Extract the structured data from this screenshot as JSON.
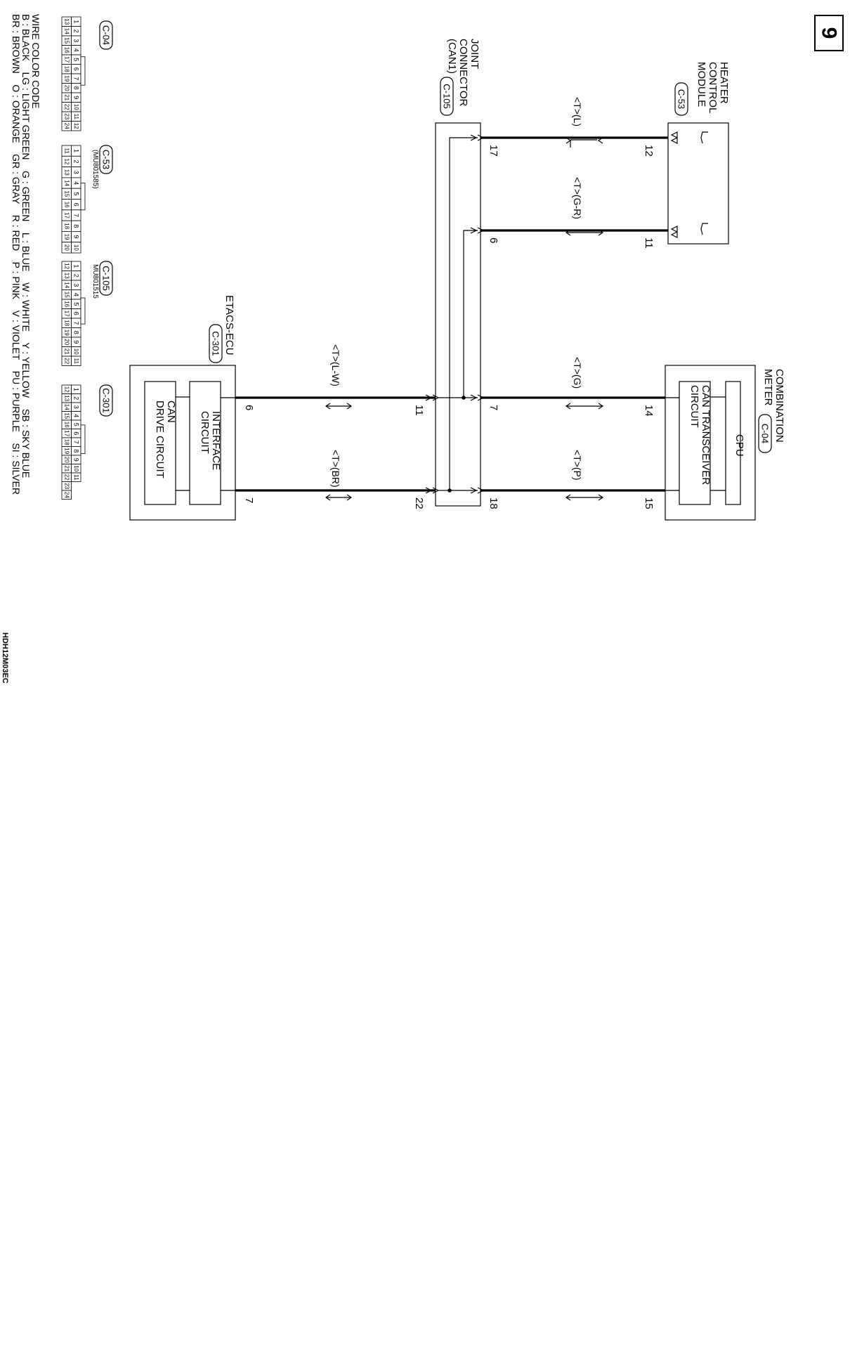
{
  "page_number": "9",
  "figure_code": "HDH12M03EC",
  "components": {
    "heater": {
      "lines": [
        "HEATER",
        "CONTROL",
        "MODULE"
      ],
      "connector": "C-53"
    },
    "joint": {
      "lines": [
        "JOINT",
        "CONNECTOR",
        "(CAN1)"
      ],
      "connector": "C-105"
    },
    "combination": {
      "lines": [
        "COMBINATION",
        "METER"
      ],
      "connector": "C-04",
      "cpu": "CPU",
      "transceiver_lines": [
        "CAN TRANSCEIVER",
        "CIRCUIT"
      ]
    },
    "etacs": {
      "label": "ETACS-ECU",
      "connector": "C-301",
      "interface_lines": [
        "INTERFACE",
        "CIRCUIT"
      ],
      "can_drive_lines": [
        "CAN",
        "DRIVE CIRCUIT"
      ]
    }
  },
  "wires": {
    "heater_l": {
      "label": "<T>(L)",
      "pin_a": "12",
      "pin_b": "17"
    },
    "heater_gr": {
      "label": "<T>(G-R)",
      "pin_a": "11",
      "pin_b": "6"
    },
    "meter_g": {
      "label": "<T>(G)",
      "pin_a": "14",
      "pin_b": "7"
    },
    "meter_p": {
      "label": "<T>(P)",
      "pin_a": "15",
      "pin_b": "18"
    },
    "etacs_lw": {
      "label": "<T>(L-W)",
      "pin_a": "11",
      "pin_b": "6"
    },
    "etacs_br": {
      "label": "<T>(BR)",
      "pin_a": "22",
      "pin_b": "7"
    }
  },
  "connector_views": {
    "c04": {
      "label": "C-04",
      "row1": [
        "1",
        "2",
        "3",
        "4",
        "5",
        "6",
        "7",
        "8",
        "9",
        "10",
        "11",
        "12"
      ],
      "row2": [
        "13",
        "14",
        "15",
        "16",
        "17",
        "18",
        "19",
        "20",
        "21",
        "22",
        "23",
        "24"
      ]
    },
    "c53": {
      "label": "C-53",
      "part": "(MU801585)",
      "row1": [
        "1",
        "2",
        "3",
        "4",
        "5",
        "6",
        "7",
        "8",
        "9",
        "10"
      ],
      "row2": [
        "11",
        "12",
        "13",
        "14",
        "15",
        "16",
        "17",
        "18",
        "19",
        "20"
      ]
    },
    "c105": {
      "label": "C-105",
      "part": "MU801515",
      "row1": [
        "1",
        "2",
        "3",
        "4",
        "5",
        "6",
        "7",
        "8",
        "9",
        "10",
        "11"
      ],
      "row2": [
        "12",
        "13",
        "14",
        "15",
        "16",
        "17",
        "18",
        "19",
        "20",
        "21",
        "22"
      ]
    },
    "c301": {
      "label": "C-301",
      "row1": [
        "1",
        "2",
        "3",
        "4",
        "5",
        "6",
        "7",
        "8",
        "9",
        "10",
        "11"
      ],
      "row2": [
        "12",
        "13",
        "14",
        "15",
        "16",
        "17",
        "18",
        "19",
        "20",
        "21",
        "22",
        "23",
        "24"
      ]
    }
  },
  "wire_color_code": {
    "title": "WIRE COLOR CODE",
    "row1": "B : BLACK    LG : LIGHT GREEN    G : GREEN    L : BLUE    W : WHITE    Y : YELLOW    SB : SKY BLUE",
    "row2": "BR : BROWN    O : ORANGE    GR : GRAY    R : RED    P : PINK    V : VIOLET    PU : PURPLE    SI : SILVER"
  }
}
